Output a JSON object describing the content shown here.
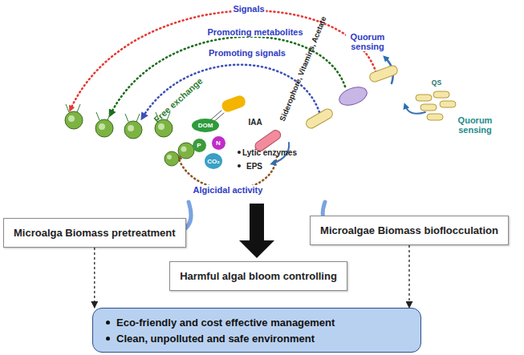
{
  "diagram": {
    "nodes": [
      {
        "text": [
          "DOM"
        ]
      },
      {
        "text": [
          "P"
        ]
      },
      {
        "text": [
          "N"
        ]
      },
      {
        "text": [
          "CO₂"
        ]
      },
      {
        "text": [
          "Microalga Biomass pretreatment"
        ]
      },
      {
        "text": [
          "Microalgae Biomass  bioflocculation"
        ]
      },
      {
        "text": [
          "Harmful algal bloom controlling"
        ]
      },
      {
        "text": [
          "Eco-friendly and cost effective management",
          "Clean, unpolluted and safe environment"
        ]
      }
    ],
    "edges": [
      {
        "from": 4,
        "to": 7,
        "arrow": "to"
      },
      {
        "from": 5,
        "to": 7,
        "arrow": "to"
      }
    ],
    "labels": [
      "Signals",
      "Promoting metabolites",
      "Promoting signals",
      "Quorum sensing",
      "Siderophore, Vitamins, Acetate",
      "IAA",
      "Free exchange",
      "Lytic enzymes",
      "EPS",
      "Algicidal activity",
      "QS",
      "Quorum sensing"
    ]
  }
}
